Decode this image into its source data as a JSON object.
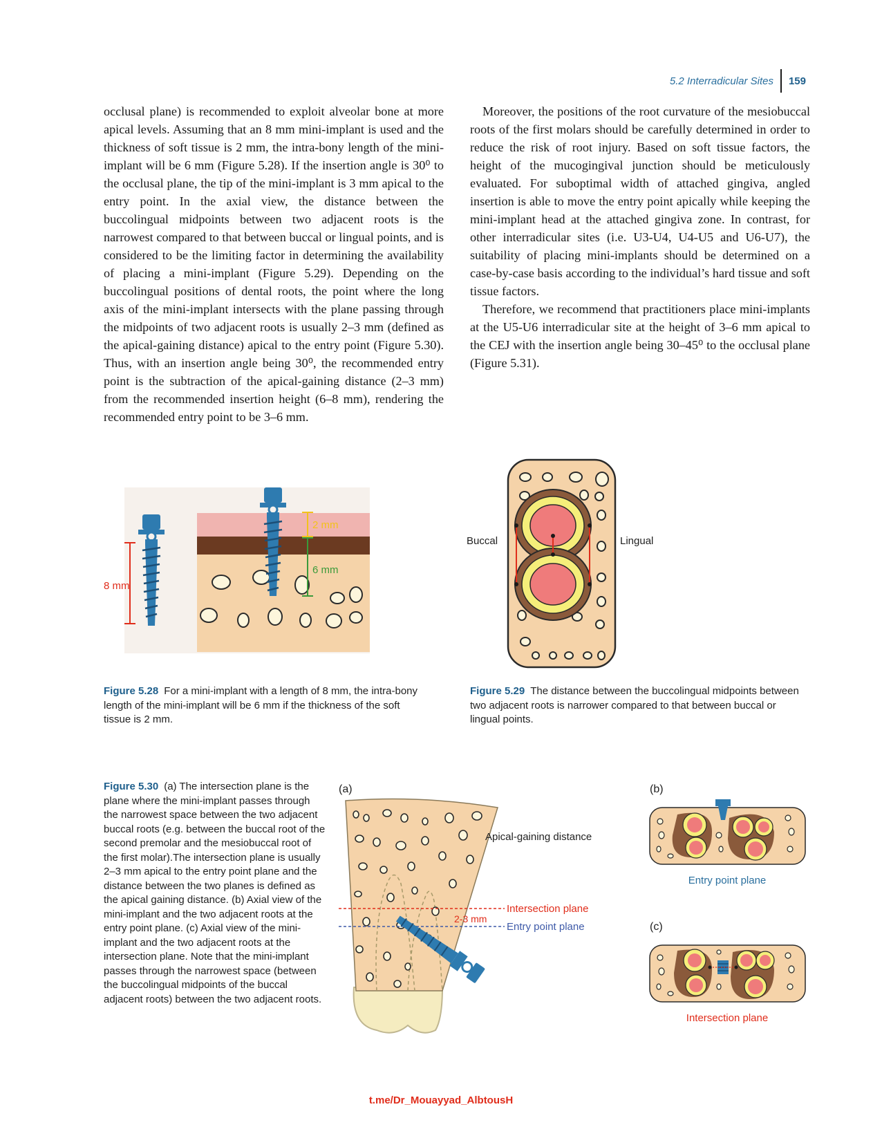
{
  "header": {
    "section": "5.2  Interradicular Sites",
    "page": "159"
  },
  "col_left": [
    "occlusal plane) is recommended to exploit alveolar bone at more apical levels. Assuming that an 8 mm mini-implant is used and the thickness of soft tissue is 2 mm, the intra-bony length of the mini-implant will be 6 mm (Figure 5.28). If the insertion angle is 30⁰ to the occlusal plane, the tip of the mini-implant is 3 mm apical to the entry point. In the axial view, the distance between the buccolingual midpoints between two adjacent roots is the narrowest compared to that between buccal or lingual points, and is considered to be the limiting factor in determining the availability of placing a mini-implant (Figure 5.29). Depending on the buccolingual positions of dental roots, the point where the long axis of the mini-implant intersects with the plane passing through the midpoints of two adjacent roots is usually 2–3 mm (defined as the apical-gaining distance) apical to the entry point (Figure 5.30). Thus, with an insertion angle being 30⁰, the recommended entry point is the subtraction of the apical-gaining distance (2–3 mm) from the recommended insertion height (6–8 mm), rendering the recommended entry point to be 3–6 mm."
  ],
  "col_right": [
    "Moreover, the positions of the root curvature of the mesiobuccal roots of the first molars should be carefully determined in order to reduce the risk of root injury. Based on soft tissue factors, the height of the mucogingival junction should be meticulously evaluated. For suboptimal width of attached gingiva, angled insertion is able to move the entry point apically while keeping the mini-implant head at the attached gingiva zone. In contrast, for other interradicular sites (i.e. U3-U4, U4-U5 and U6-U7), the suitability of placing mini-implants should be determined on a case-by-case basis according to the individual’s hard tissue and soft tissue factors.",
    "Therefore, we recommend that practitioners place mini-implants at the U5-U6 interradicular site at the height of 3–6 mm apical to the CEJ with the insertion angle being 30–45⁰ to the occlusal plane (Figure 5.31)."
  ],
  "fig528": {
    "labels": {
      "total": "8 mm",
      "soft": "2 mm",
      "bony": "6 mm"
    },
    "caption_label": "Figure 5.28",
    "caption": "For a mini-implant with a length of 8 mm, the intra-bony length of the mini-implant will be 6 mm if the thickness of the soft tissue is 2 mm."
  },
  "fig529": {
    "labels": {
      "buccal": "Buccal",
      "lingual": "Lingual"
    },
    "caption_label": "Figure 5.29",
    "caption": "The distance between the buccolingual midpoints between two adjacent roots is narrower compared to that between buccal or lingual points."
  },
  "fig530": {
    "caption_label": "Figure 5.30",
    "caption": "(a) The intersection plane is the plane where the mini-implant passes through the narrowest space between the two adjacent buccal roots (e.g. between the buccal root of the second premolar and the mesiobuccal root of the first molar).The intersection plane is usually 2–3 mm apical to the entry point plane and the distance between the two planes is defined as the apical gaining distance. (b) Axial view of the mini-implant and the two adjacent roots at the entry point plane. (c) Axial view of the mini-implant and the two adjacent roots at the intersection plane. Note that the mini-implant passes through the narrowest space (between the buccolingual midpoints of the buccal adjacent roots) between the two adjacent roots.",
    "panel_a": "(a)",
    "panel_b": "(b)",
    "panel_c": "(c)",
    "apical": "Apical-gaining distance",
    "intersection": "Intersection plane",
    "entry": "Entry point plane",
    "dist": "2-3 mm",
    "b_label": "Entry point plane",
    "c_label": "Intersection plane"
  },
  "watermark": "t.me/Dr_Mouayyad_AlbtousH",
  "colors": {
    "accent": "#1e5f8c",
    "bone": "#f5d3a9",
    "soft": "#f0b4b0",
    "cortex": "#6b3a21",
    "implant": "#2e7bb0",
    "root": "#ef7b7b",
    "ring": "#f5ee7a",
    "red": "#e02d1b",
    "blue": "#3e5aa8",
    "yellow": "#f2c21b",
    "green": "#3a9a3a"
  }
}
